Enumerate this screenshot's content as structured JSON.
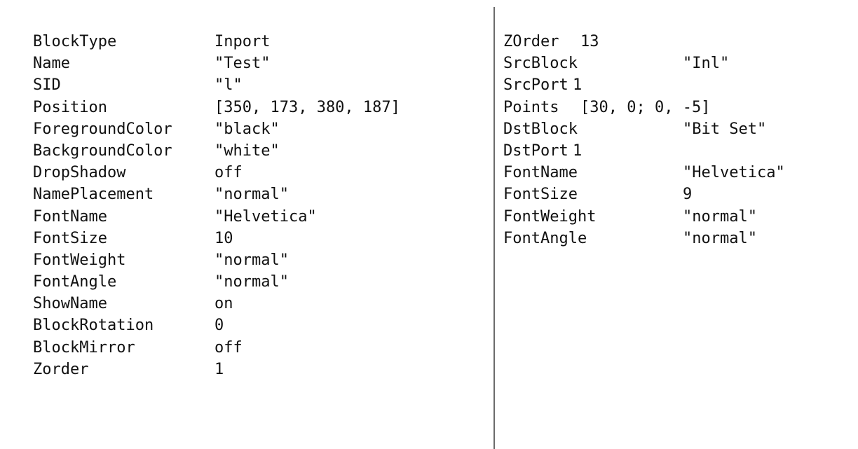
{
  "left_block": {
    "rows": [
      {
        "key": "BlockType",
        "value": "Inport"
      },
      {
        "key": "Name",
        "value": "\"Test\""
      },
      {
        "key": "SID",
        "value": "\"l\""
      },
      {
        "key": "Position",
        "value": "[350, 173, 380, 187]"
      },
      {
        "key": "ForegroundColor",
        "value": "\"black\""
      },
      {
        "key": "BackgroundColor",
        "value": "\"white\""
      },
      {
        "key": "DropShadow",
        "value": "off"
      },
      {
        "key": "NamePlacement",
        "value": "\"normal\""
      },
      {
        "key": "FontName",
        "value": "\"Helvetica\""
      },
      {
        "key": "FontSize",
        "value": "10"
      },
      {
        "key": "FontWeight",
        "value": "\"normal\""
      },
      {
        "key": "FontAngle",
        "value": "\"normal\""
      },
      {
        "key": "ShowName",
        "value": "on"
      },
      {
        "key": "BlockRotation",
        "value": "0"
      },
      {
        "key": "BlockMirror",
        "value": "off"
      },
      {
        "key": "Zorder",
        "value": "1"
      }
    ]
  },
  "right_block": {
    "rows": [
      {
        "key": "ZOrder",
        "value": "13"
      },
      {
        "key": "SrcBlock",
        "value": "\"Inl\""
      },
      {
        "key": "SrcPort",
        "value": "1"
      },
      {
        "key": "Points",
        "value": "[30, 0; 0, -5]"
      },
      {
        "key": "DstBlock",
        "value": "\"Bit Set\""
      },
      {
        "key": "DstPort",
        "value": "1"
      },
      {
        "key": "FontName",
        "value": "\"Helvetica\""
      },
      {
        "key": "FontSize",
        "value": "9"
      },
      {
        "key": "FontWeight",
        "value": "\"normal\""
      },
      {
        "key": "FontAngle",
        "value": "\"normal\""
      }
    ]
  }
}
